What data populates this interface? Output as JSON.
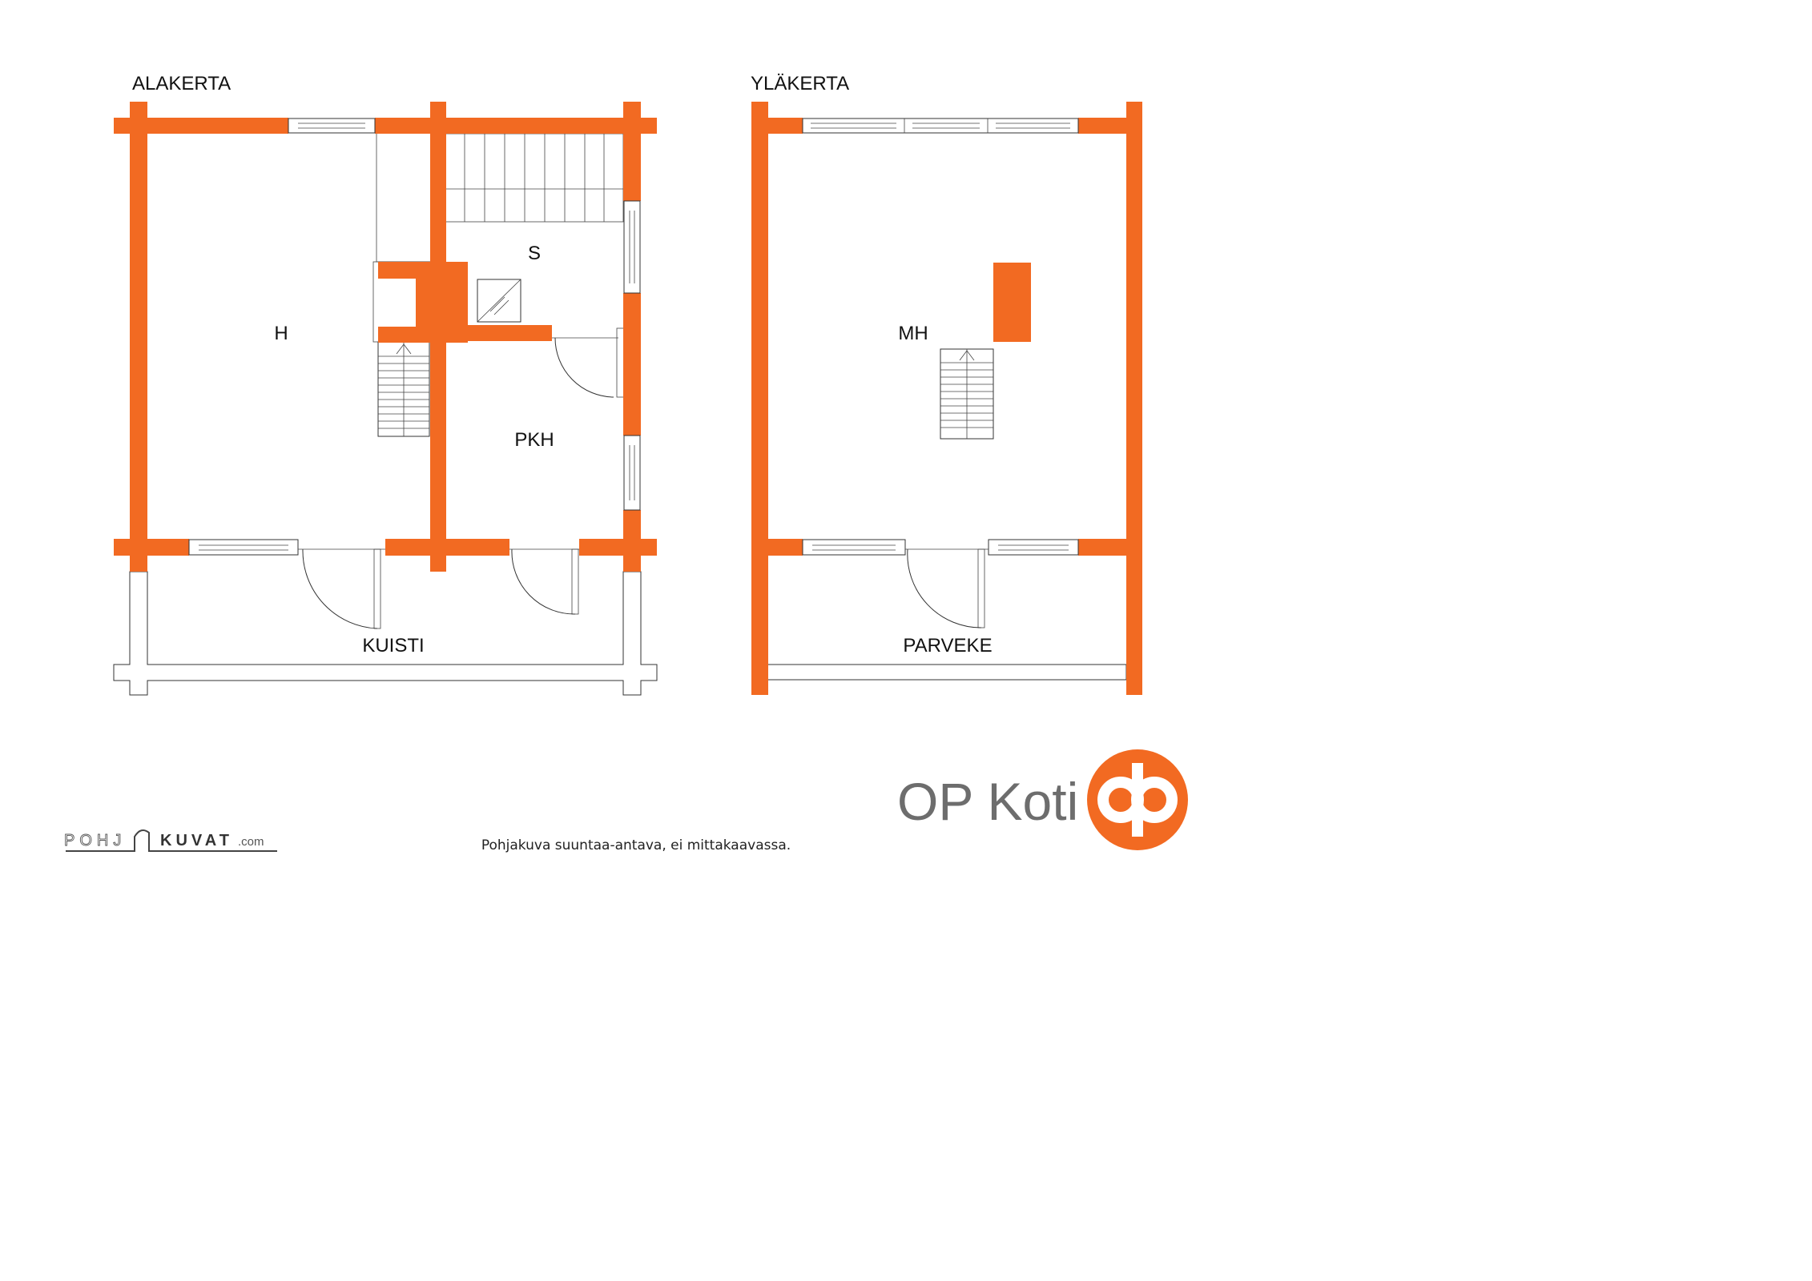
{
  "floors": {
    "lower": {
      "title": "ALAKERTA",
      "rooms": {
        "living": "H",
        "sauna": "S",
        "washroom": "PKH",
        "porch": "KUISTI"
      }
    },
    "upper": {
      "title": "YLÄKERTA",
      "rooms": {
        "bedroom": "MH",
        "balcony": "PARVEKE"
      }
    }
  },
  "footer": {
    "disclaimer": "Pohjakuva suuntaa-antava, ei mittakaavassa.",
    "watermark": {
      "part1": "POHJ",
      "part2": "KUVAT",
      "part3": ".com"
    }
  },
  "brand": {
    "name": "OP Koti",
    "logo_color": "#F26A22"
  },
  "colors": {
    "wall": "#F26A22",
    "line": "#333333",
    "background": "#FFFFFF"
  }
}
